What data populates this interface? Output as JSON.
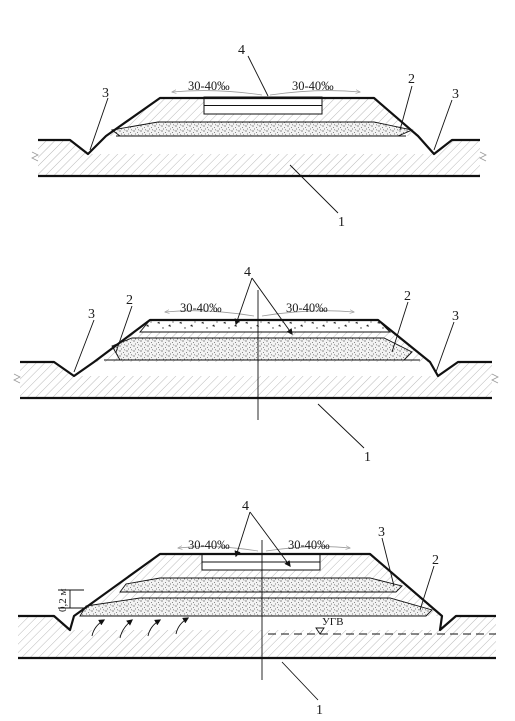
{
  "diagram": {
    "slope_label": "30-40‰",
    "section_a": {
      "slope_left": "30-40‰",
      "slope_right": "30-40‰",
      "callouts": [
        "1",
        "2",
        "3",
        "3",
        "4"
      ]
    },
    "section_b": {
      "slope_left": "30-40‰",
      "slope_right": "30-40‰",
      "callouts": [
        "1",
        "2",
        "2",
        "3",
        "3",
        "4"
      ]
    },
    "section_c": {
      "slope_left": "30-40‰",
      "slope_right": "30-40‰",
      "callouts": [
        "1",
        "2",
        "3",
        "4"
      ],
      "height_dim": "0,2 м",
      "water_level": "УГВ"
    }
  }
}
